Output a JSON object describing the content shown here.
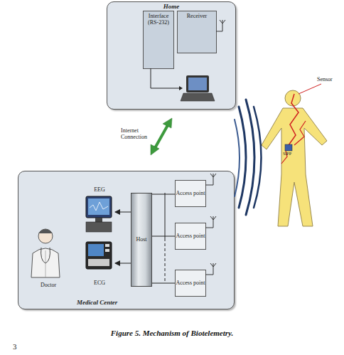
{
  "diagram": {
    "caption": "Figure 5. Mechanism of Biotelemetry.",
    "nodes": [
      {
        "text": [
          "Home"
        ]
      },
      {
        "text": [
          "Interface (RS-232)"
        ],
        "in": 0
      },
      {
        "text": [
          "Receiver"
        ],
        "in": 0
      },
      {
        "text": [
          "Medical Center"
        ]
      },
      {
        "text": [
          "Doctor"
        ],
        "in": 3
      },
      {
        "text": [
          "EEG"
        ],
        "in": 3
      },
      {
        "text": [
          "ECG"
        ],
        "in": 3
      },
      {
        "text": [
          "Host"
        ],
        "in": 3
      },
      {
        "text": [
          "Access point"
        ],
        "in": 3
      },
      {
        "text": [
          "Access point"
        ],
        "in": 3
      },
      {
        "text": [
          "Access point"
        ],
        "in": 3
      }
    ],
    "edges": [
      {
        "from": 7,
        "to": 5,
        "arrow": "to"
      },
      {
        "from": 7,
        "to": 6,
        "arrow": "to"
      },
      {
        "from": 7,
        "to": 8,
        "arrow": "none"
      },
      {
        "from": 7,
        "to": 9,
        "arrow": "none"
      },
      {
        "from": 7,
        "to": 10,
        "arrow": "none"
      }
    ],
    "labels": [
      "Internet Connection",
      "Sensor",
      "SIPP",
      "3"
    ]
  }
}
